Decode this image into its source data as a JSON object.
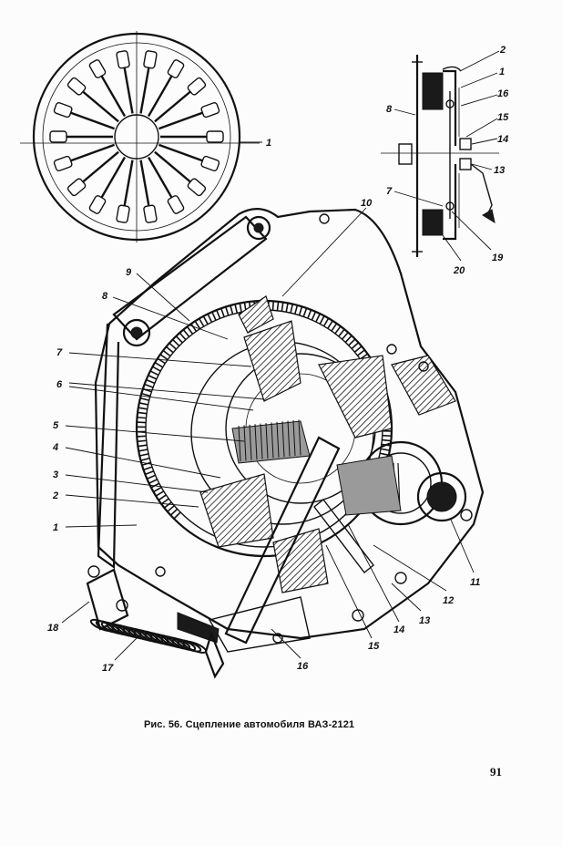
{
  "figure": {
    "caption": "Рис. 56. Сцепление автомобиля ВАЗ-2121",
    "page_number": "91",
    "callouts_main": [
      "1",
      "2",
      "3",
      "4",
      "5",
      "6",
      "7",
      "8",
      "9",
      "10",
      "11",
      "12",
      "13",
      "14",
      "15",
      "16",
      "17",
      "18"
    ],
    "callouts_disc": [
      "1"
    ],
    "callouts_schematic": [
      "2",
      "1",
      "16",
      "15",
      "14",
      "13",
      "8",
      "7",
      "19",
      "20"
    ]
  }
}
